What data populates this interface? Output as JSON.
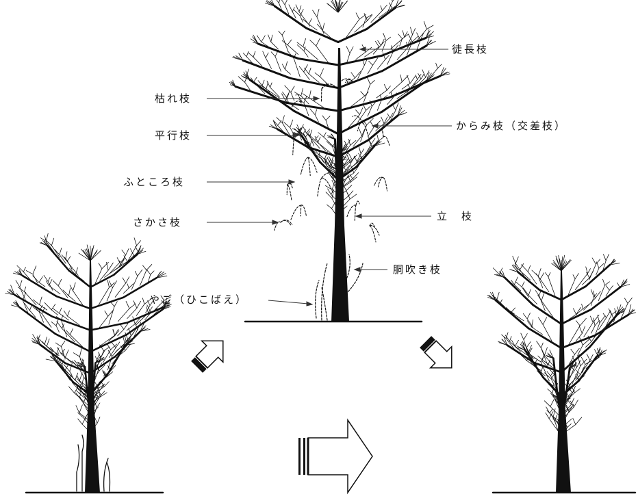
{
  "labels": {
    "tokucho": "徒長枝",
    "kare": "枯れ枝",
    "heiko": "平行枝",
    "karami": "からみ枝（交差枝）",
    "futokoro": "ふところ枝",
    "sakasa": "さかさ枝",
    "tachi": "立　枝",
    "dobuki": "胴吹き枝",
    "yago": "やご（ひこばえ）"
  },
  "colors": {
    "ink": "#111111",
    "line": "#333333"
  }
}
